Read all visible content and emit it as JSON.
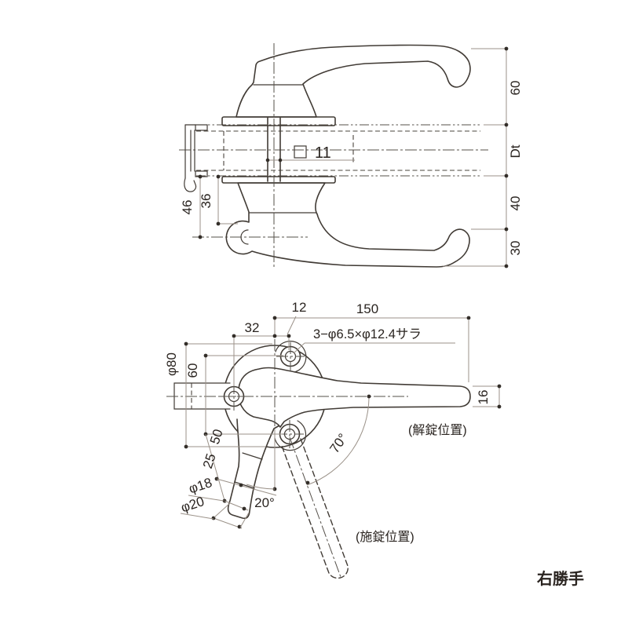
{
  "handing_label": "右勝手",
  "top_view": {
    "dim_60": "60",
    "dim_dt": "Dt",
    "dim_40": "40",
    "dim_30": "30",
    "dim_46": "46",
    "dim_36": "36",
    "spindle_size": "11"
  },
  "bottom_view": {
    "dim_12": "12",
    "dim_150": "150",
    "dim_32": "32",
    "screw_note": "3−φ6.5×φ12.4サラ",
    "dim_phi80": "φ80",
    "dim_60": "60",
    "dim_16": "16",
    "dim_50": "50",
    "dim_25": "25",
    "dim_phi18": "φ18",
    "dim_phi20": "φ20",
    "angle_20": "20°",
    "angle_70": "70°",
    "unlocked_label": "(解錠位置)",
    "locked_label": "(施錠位置)"
  }
}
